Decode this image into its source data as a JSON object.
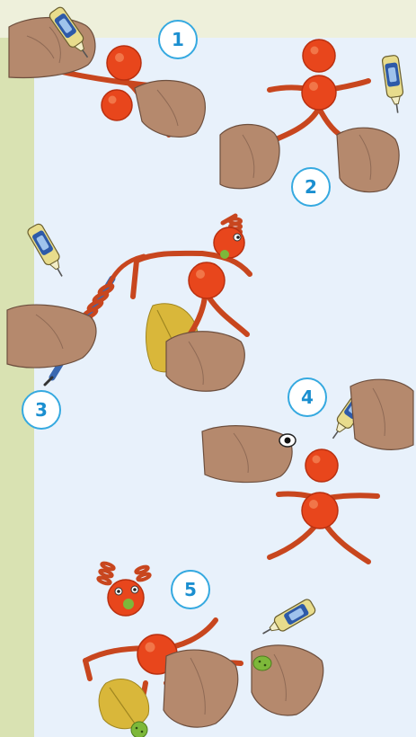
{
  "steps": [
    {
      "number": "1"
    },
    {
      "number": "2"
    },
    {
      "number": "3"
    },
    {
      "number": "4"
    },
    {
      "number": "5"
    }
  ],
  "colors": {
    "pipe_cleaner": "#c8461e",
    "ball": "#e8461c",
    "skin": "#b5896d",
    "skin_shadow": "#8f6a55",
    "glue_body": "#e8dc8c",
    "glue_label": "#2e5aa8",
    "badge_ring": "#35a9e0",
    "feather": "#d9b73a",
    "button_green": "#7db83a",
    "pencil_blue": "#3a68b0",
    "left_strip": "#d9e2b2"
  },
  "icons": [
    "glue-bottle-icon",
    "hand-icon",
    "pencil-icon",
    "feather-icon",
    "button-icon",
    "eye-icon"
  ]
}
